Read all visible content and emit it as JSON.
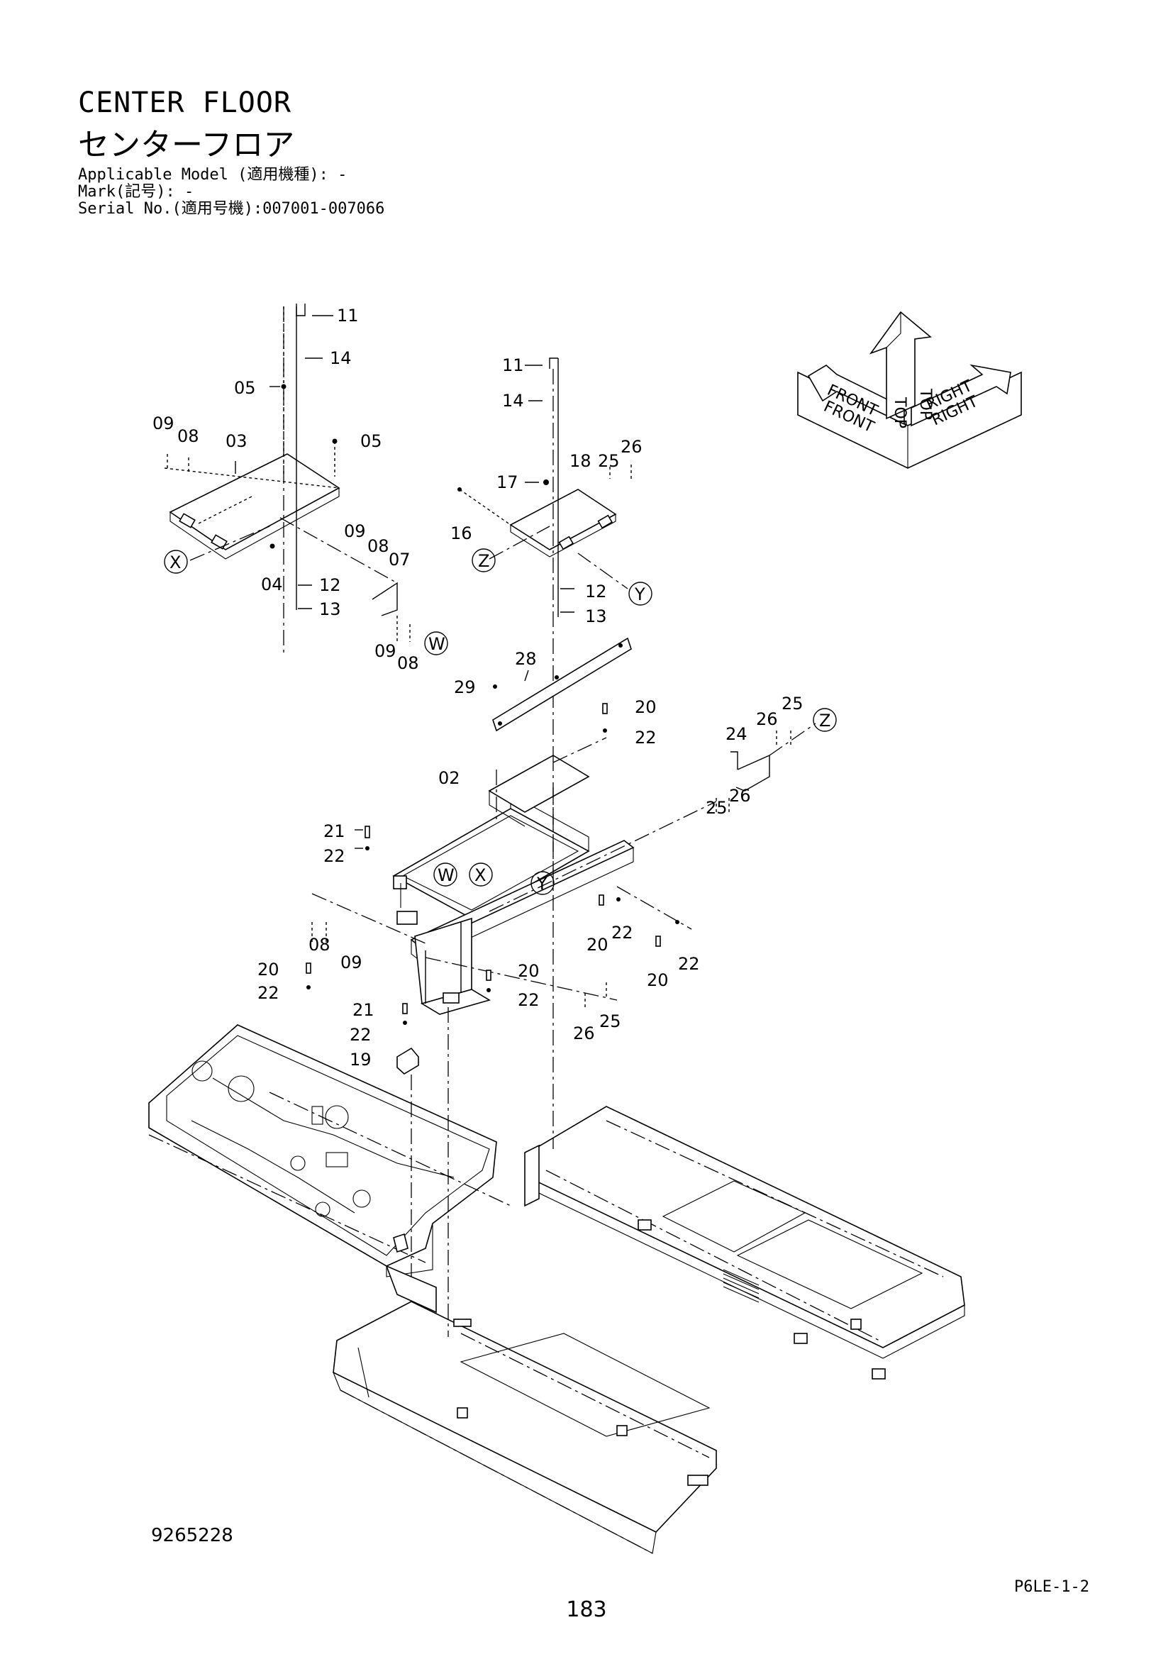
{
  "header": {
    "title_en": "CENTER FLOOR",
    "title_ja": "センターフロア",
    "applicable_model": "Applicable Model (適用機種): -",
    "mark": "Mark(記号): -",
    "serial": "Serial No.(適用号機):007001-007066"
  },
  "direction_indicator": {
    "top": "TOP",
    "front": "FRONT",
    "right": "RIGHT"
  },
  "callouts": {
    "c11a": "11",
    "c14a": "14",
    "c05a": "05",
    "c09a": "09",
    "c08a": "08",
    "c03": "03",
    "c05b": "05",
    "c09b": "09",
    "c08b": "08",
    "c07": "07",
    "c04": "04",
    "c12a": "12",
    "c13a": "13",
    "c09c": "09",
    "c08c": "08",
    "c11b": "11",
    "c14b": "14",
    "c17": "17",
    "c18": "18",
    "c25a": "25",
    "c26a": "26",
    "c16": "16",
    "c12b": "12",
    "c13b": "13",
    "c28": "28",
    "c29": "29",
    "c20a": "20",
    "c22a": "22",
    "c25b": "25",
    "c26b": "26",
    "c24": "24",
    "c25c": "25",
    "c26c": "26",
    "c02": "02",
    "c21a": "21",
    "c22b": "22",
    "c08d": "08",
    "c09d": "09",
    "c20b": "20",
    "c22c": "22",
    "c20c": "20",
    "c22d": "22",
    "c20d": "20",
    "c22e": "22",
    "c20e": "20",
    "c22f": "22",
    "c21b": "21",
    "c22g": "22",
    "c19": "19",
    "c26d": "26",
    "c25d": "25"
  },
  "markers": {
    "X1": "X",
    "Z1": "Z",
    "Y1": "Y",
    "W1": "W",
    "Z2": "Z",
    "W2": "W",
    "X2": "X",
    "Y2": "Y"
  },
  "footer": {
    "drawing_number": "9265228",
    "page_code": "P6LE-1-2",
    "page_number": "183"
  }
}
